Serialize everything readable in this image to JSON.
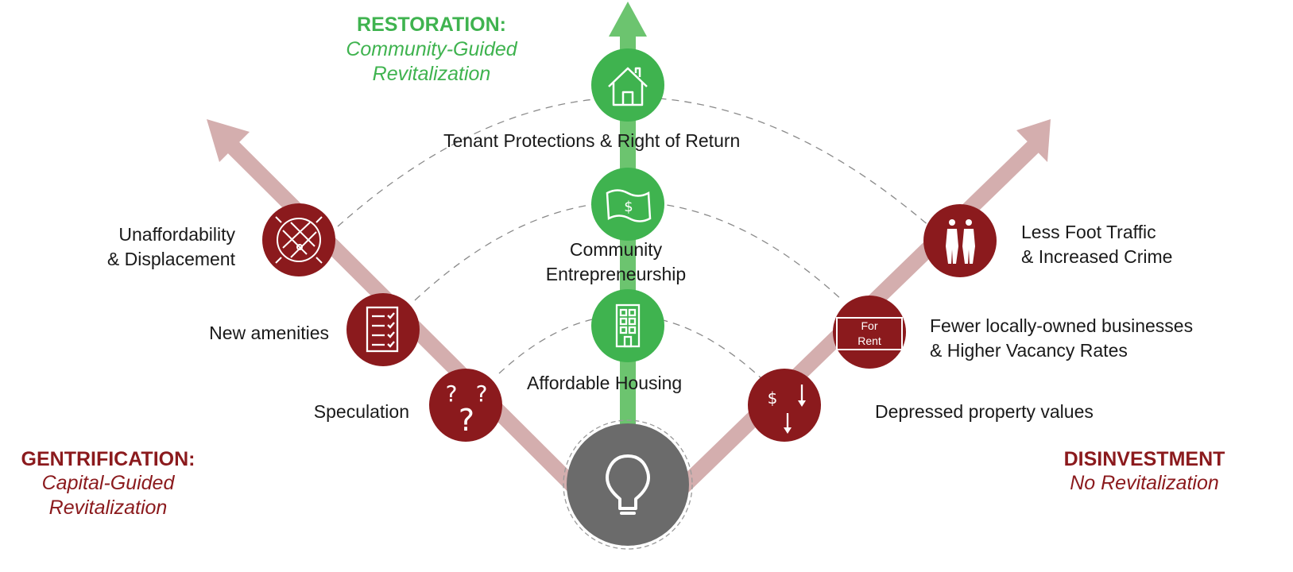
{
  "colors": {
    "restoration": "#3fb34f",
    "gentrification": "#8b1a1d",
    "disinvestment": "#8b1a1d",
    "center": "#6b6b6b",
    "arrow_side": "#d4aeae",
    "arrow_center": "#6cc46f"
  },
  "restoration": {
    "title": "RESTORATION:",
    "subtitle_line1": "Community-Guided",
    "subtitle_line2": "Revitalization",
    "items": [
      {
        "icon": "house-icon",
        "label": "Tenant Protections & Right of Return"
      },
      {
        "icon": "money-icon",
        "label_line1": "Community",
        "label_line2": "Entrepreneurship"
      },
      {
        "icon": "building-icon",
        "label": "Affordable Housing"
      }
    ]
  },
  "gentrification": {
    "title": "GENTRIFICATION:",
    "subtitle_line1": "Capital-Guided",
    "subtitle_line2": "Revitalization",
    "items": [
      {
        "icon": "map-icon",
        "label_line1": "Unaffordability",
        "label_line2": "& Displacement"
      },
      {
        "icon": "checklist-icon",
        "label": "New amenities"
      },
      {
        "icon": "question-marks-icon",
        "label": "Speculation"
      }
    ]
  },
  "disinvestment": {
    "title": "DISINVESTMENT",
    "subtitle": "No Revitalization",
    "items": [
      {
        "icon": "people-icon",
        "label_line1": "Less Foot Traffic",
        "label_line2": "& Increased Crime"
      },
      {
        "icon": "for-rent-sign-icon",
        "sign_line1": "For",
        "sign_line2": "Rent",
        "label_line1": "Fewer locally-owned businesses",
        "label_line2": "& Higher Vacancy Rates"
      },
      {
        "icon": "dollar-down-icon",
        "icon_text": "$",
        "label": "Depressed property values"
      }
    ]
  },
  "center": {
    "icon": "lightbulb-icon"
  }
}
